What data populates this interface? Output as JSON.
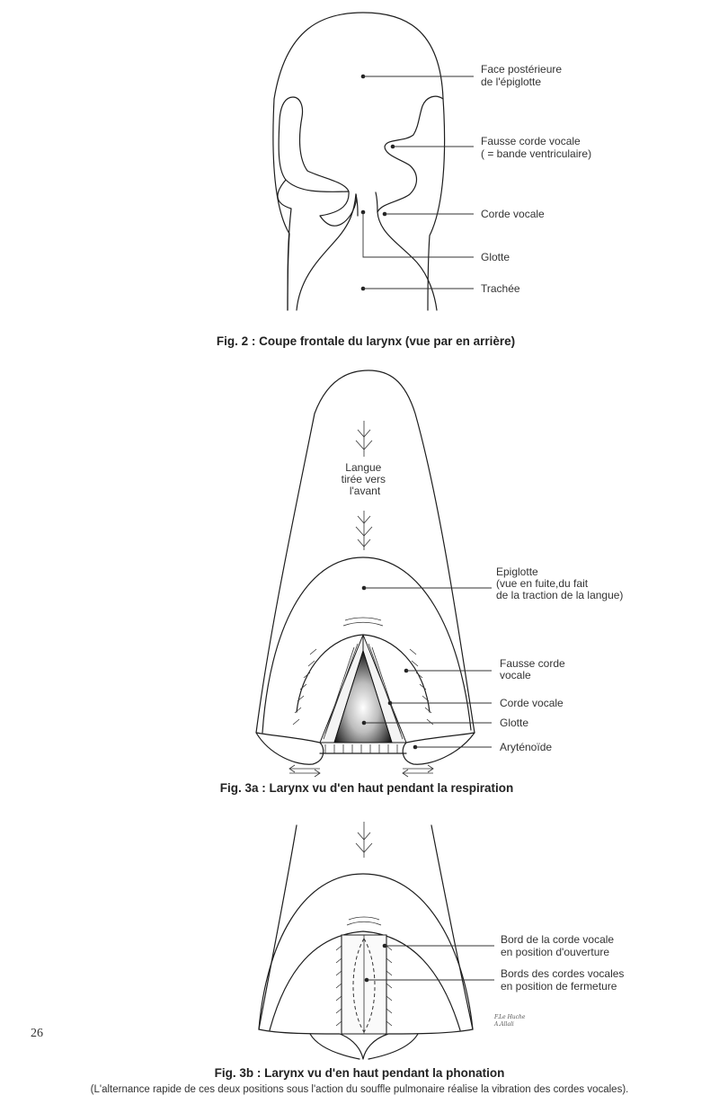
{
  "page_number": "26",
  "fig2": {
    "caption": "Fig. 2 : Coupe frontale du larynx (vue par en arrière)",
    "labels": {
      "face_posterieure": [
        "Face postérieure",
        "de l'épiglotte"
      ],
      "fausse_corde": [
        "Fausse corde vocale",
        "( = bande ventriculaire)"
      ],
      "corde_vocale": [
        "Corde vocale"
      ],
      "glotte": [
        "Glotte"
      ],
      "trachee": [
        "Trachée"
      ]
    }
  },
  "fig3a": {
    "caption": "Fig. 3a : Larynx vu d'en haut pendant la respiration",
    "labels": {
      "langue": [
        "Langue",
        "tirée vers",
        "l'avant"
      ],
      "epiglotte": [
        "Epiglotte",
        "(vue en fuite,du fait",
        "de la traction de la langue)"
      ],
      "fausse_corde": [
        "Fausse corde",
        "vocale"
      ],
      "corde_vocale": [
        "Corde vocale"
      ],
      "glotte": [
        "Glotte"
      ],
      "arytenoide": [
        "Aryténoïde"
      ]
    }
  },
  "fig3b": {
    "caption": "Fig. 3b : Larynx vu d'en haut pendant la phonation",
    "note": "(L'alternance rapide de ces deux positions sous l'action du souffle pulmonaire réalise la vibration des cordes vocales).",
    "labels": {
      "bord_ouverture": [
        "Bord de la corde vocale",
        "en position d'ouverture"
      ],
      "bords_fermeture": [
        "Bords des cordes vocales",
        "en position de fermeture"
      ]
    },
    "signature": [
      "F.Le Huche",
      "A.Allali"
    ]
  }
}
